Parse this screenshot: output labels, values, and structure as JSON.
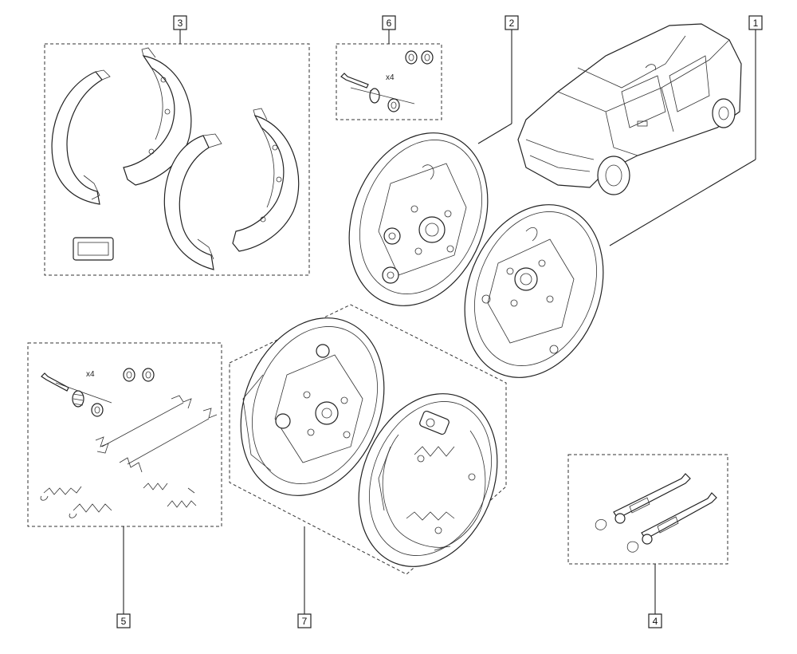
{
  "callouts": {
    "c1": "1",
    "c2": "2",
    "c3": "3",
    "c4": "4",
    "c5": "5",
    "c6": "6",
    "c7": "7"
  },
  "quantities": {
    "kit6": "x4",
    "kit5": "x4"
  }
}
